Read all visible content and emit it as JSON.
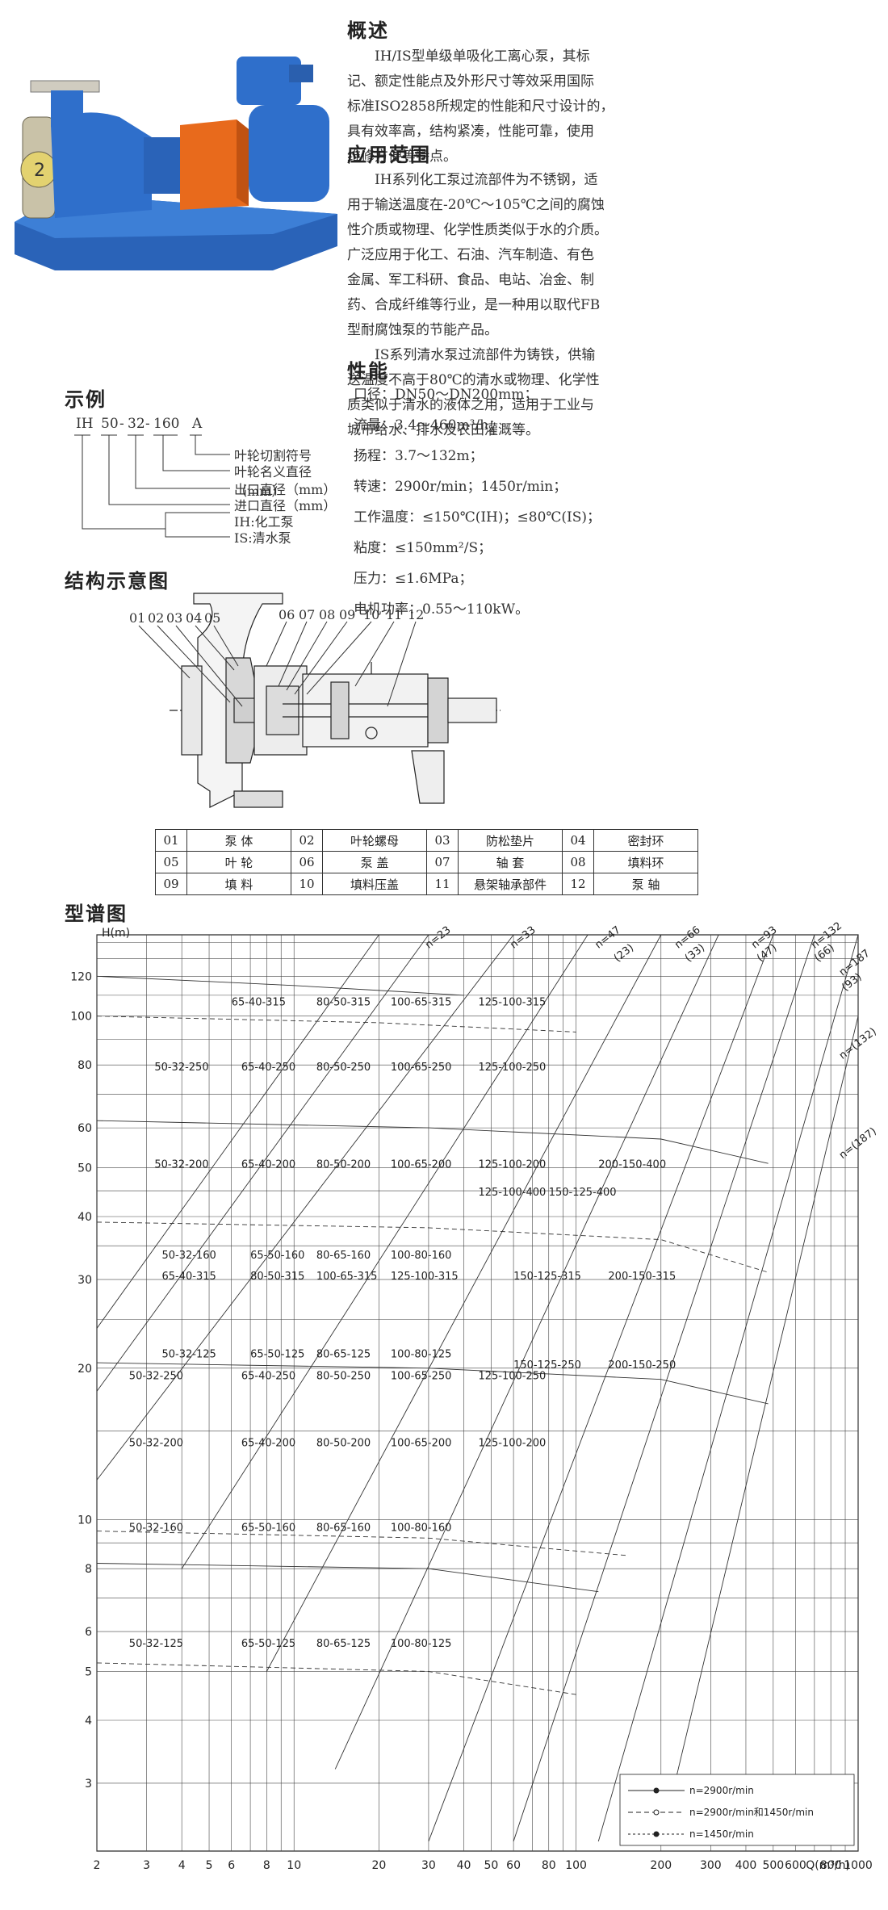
{
  "overview": {
    "title": "概述",
    "lines": [
      "IH/IS型单级单吸化工离心泵，其标",
      "记、额定性能点及外形尺寸等效采用国际",
      "标准ISO2858所规定的性能和尺寸设计的，",
      "具有效率高，结构紧凑，性能可靠，使用",
      "维修方便等特点。"
    ]
  },
  "application": {
    "title": "应用范围",
    "lines": [
      "IH系列化工泵过流部件为不锈钢，适",
      "用于输送温度在-20℃～105℃之间的腐蚀",
      "性介质或物理、化学性质类似于水的介质。",
      "广泛应用于化工、石油、汽车制造、有色",
      "金属、军工科研、食品、电站、冶金、制",
      "药、合成纤维等行业，是一种用以取代FB",
      "型耐腐蚀泵的节能产品。",
      "IS系列清水泵过流部件为铸铁，供输",
      "送温度不高于80℃的清水或物理、化学性",
      "质类似于清水的液体之用，适用于工业与",
      "城市给水、排水及农田灌溉等。"
    ]
  },
  "performance": {
    "title": "性能",
    "items": [
      "口径：DN50～DN200mm；",
      "流量：3.4～460m³/h；",
      "扬程：3.7～132m；",
      "转速：2900r/min；1450r/min；",
      "工作温度：≤150℃(IH)；≤80℃(IS)；",
      "粘度：≤150mm²/S；",
      "压力：≤1.6MPa；",
      "电机功率：0.55～110kW。"
    ]
  },
  "example": {
    "title": "示例",
    "code": [
      "IH",
      "50",
      "32",
      "160",
      "A"
    ],
    "labels": [
      "叶轮切割符号",
      "叶轮名义直径（mm）",
      "出口直径（mm）",
      "进口直径（mm）",
      "IH:化工泵",
      "IS:清水泵"
    ]
  },
  "structure": {
    "title": "结构示意图",
    "callouts": [
      "01",
      "02",
      "03",
      "04",
      "05",
      "06",
      "07",
      "08",
      "09",
      "10",
      "11",
      "12"
    ],
    "parts": [
      [
        "01",
        "泵  体",
        "02",
        "叶轮螺母",
        "03",
        "防松垫片",
        "04",
        "密封环"
      ],
      [
        "05",
        "叶  轮",
        "06",
        "泵  盖",
        "07",
        "轴  套",
        "08",
        "填料环"
      ],
      [
        "09",
        "填  料",
        "10",
        "填料压盖",
        "11",
        "悬架轴承部件",
        "12",
        "泵  轴"
      ]
    ]
  },
  "spectrum": {
    "title": "型谱图",
    "y_axis_label": "H(m)",
    "x_axis_label": "Q(m³/h)",
    "y_ticks": [
      "3",
      "4",
      "5",
      "6",
      "8",
      "10",
      "20",
      "30",
      "40",
      "50",
      "60",
      "80",
      "100",
      "120"
    ],
    "x_ticks": [
      "2",
      "3",
      "4",
      "5",
      "6",
      "8",
      "10",
      "20",
      "30",
      "40",
      "50",
      "60",
      "80",
      "100",
      "200",
      "300",
      "400",
      "500",
      "600",
      "800",
      "1000"
    ],
    "speed_lines": [
      "n=23",
      "n=33",
      "n=47",
      "(23)",
      "n=66",
      "(33)",
      "n=93",
      "(47)",
      "n=132",
      "(66)",
      "n=187",
      "(93)",
      "n=(132)",
      "n=(187)"
    ],
    "legend": [
      "n=2900r/min",
      "n=2900r/min和1450r/min",
      "n=1450r/min"
    ],
    "models": [
      "65-40-315",
      "80-50-315",
      "100-65-315",
      "125-100-315",
      "50-32-250",
      "65-40-250",
      "80-50-250",
      "100-65-250",
      "125-100-250",
      "50-32-200",
      "65-40-200",
      "80-50-200",
      "100-65-200",
      "125-100-200",
      "200-150-400",
      "125-100-400",
      "150-125-400",
      "50-32-160",
      "65-50-160",
      "80-65-160",
      "100-80-160",
      "150-125-315",
      "200-150-315",
      "65-40-315",
      "80-50-315",
      "100-65-315",
      "125-100-315",
      "50-32-125",
      "65-50-125",
      "80-65-125",
      "100-80-125",
      "150-125-250",
      "200-150-250",
      "50-32-250",
      "65-40-250",
      "80-50-250",
      "100-65-250",
      "125-100-250",
      "50-32-200",
      "65-40-200",
      "80-50-200",
      "100-65-200",
      "125-100-200",
      "50-32-160",
      "65-50-160",
      "80-65-160",
      "100-80-160",
      "50-32-125",
      "65-50-125",
      "80-65-125",
      "100-80-125"
    ]
  }
}
